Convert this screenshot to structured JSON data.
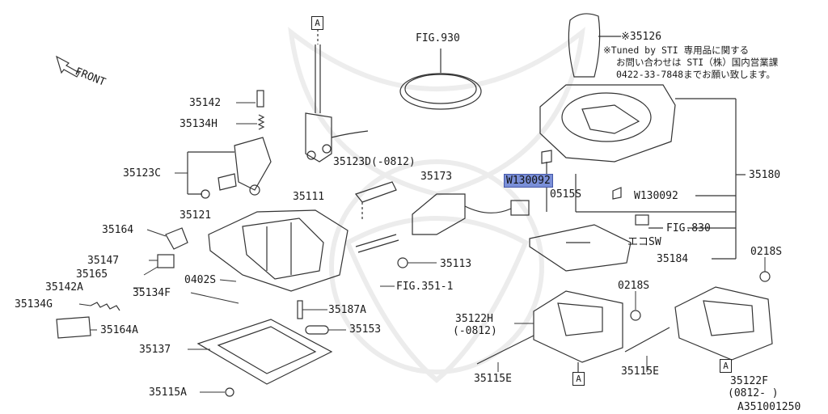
{
  "diagram": {
    "id": "A351001250",
    "front_label": "FRONT",
    "callouts": {
      "a_top": "A",
      "a_mid": "A",
      "a_right": "A",
      "fig930": "FIG.930",
      "p35126": "※35126",
      "note1": "※Tuned by STI 専用品に関する",
      "note2": "お問い合わせは STI（株）国内営業課",
      "note3": "0422-33-7848までお願い致します。",
      "p35142": "35142",
      "p35134H": "35134H",
      "p35123C": "35123C",
      "p35123D": "35123D(-0812)",
      "p35111": "35111",
      "p35173": "35173",
      "w130092a": "W130092",
      "p0515S": "0515S",
      "w130092b": "W130092",
      "p35180": "35180",
      "p35121": "35121",
      "p35164": "35164",
      "fig830": "FIG.830",
      "ecosw": "エコSW",
      "p35147": "35147",
      "p35165": "35165",
      "p35113": "35113",
      "p35184": "35184",
      "p0218Sa": "0218S",
      "p35142A": "35142A",
      "p0402S": "0402S",
      "fig3511": "FIG.351-1",
      "p35134F": "35134F",
      "p35134G": "35134G",
      "p0218Sb": "0218S",
      "p35187A": "35187A",
      "p35122H": "35122H",
      "p35122H_note": "(-0812)",
      "p35164A": "35164A",
      "p35153": "35153",
      "p35137": "35137",
      "p35115Ea": "35115E",
      "p35115Eb": "35115E",
      "p35115A": "35115A",
      "p35122F": "35122F",
      "p35122F_note": "(0812- )"
    }
  }
}
